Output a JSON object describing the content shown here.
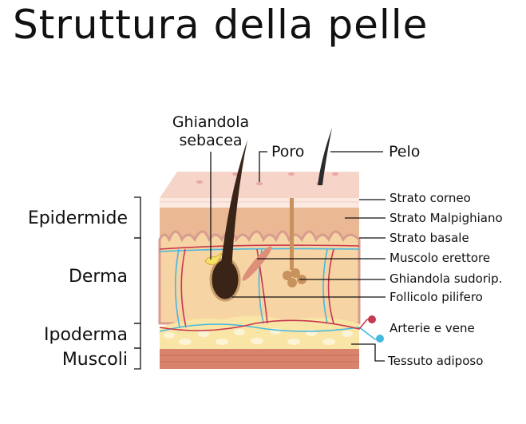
{
  "title": "Struttura della pelle",
  "left_labels": [
    "Epidermide",
    "Derma",
    "Ipoderma",
    "Muscoli"
  ],
  "top_labels": {
    "gland_line1": "Ghiandola",
    "gland_line2": "sebacea",
    "pore": "Poro",
    "hair": "Pelo"
  },
  "right_labels": [
    "Strato corneo",
    "Strato Malpighiano",
    "Strato basale",
    "Muscolo erettore",
    "Ghiandola sudorip.",
    "Follicolo pilifero",
    "Arterie e vene",
    "Tessuto adiposo"
  ],
  "colors": {
    "artery": "#c8384f",
    "vein": "#46b8e0",
    "top": "#f6d4c8",
    "epidermis": "#ebb894",
    "dermis": "#f7d4a3",
    "fat": "#f9e5a6",
    "muscle": "#d9836c",
    "hair": "#3a2418"
  }
}
